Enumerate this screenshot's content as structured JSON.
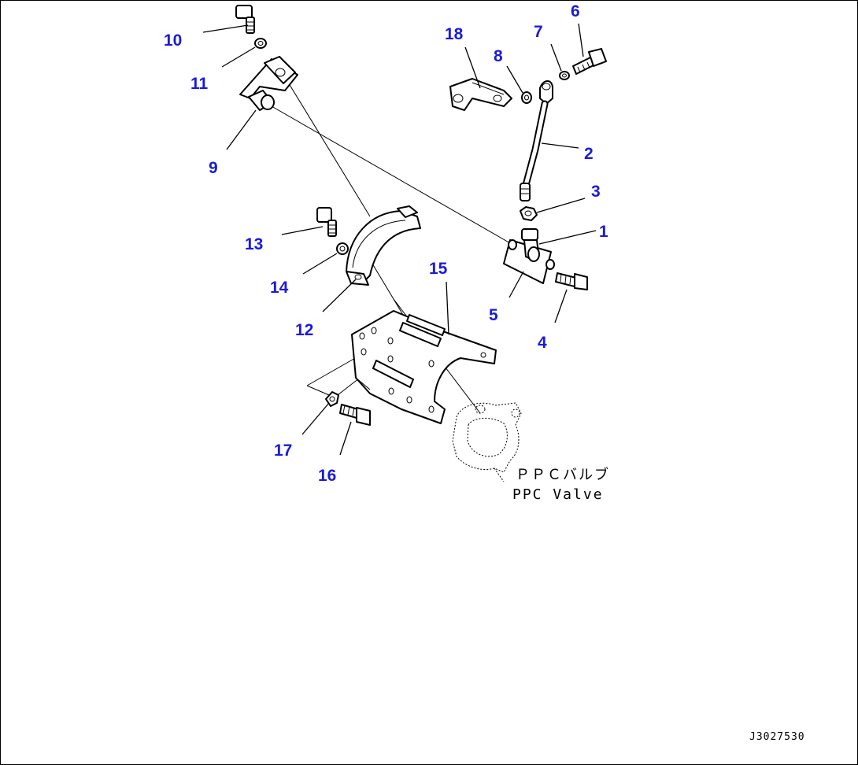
{
  "callouts": {
    "c1": "1",
    "c2": "2",
    "c3": "3",
    "c4": "4",
    "c5": "5",
    "c6": "6",
    "c7": "7",
    "c8": "8",
    "c9": "9",
    "c10": "10",
    "c11": "11",
    "c12": "12",
    "c13": "13",
    "c14": "14",
    "c15": "15",
    "c16": "16",
    "c17": "17",
    "c18": "18"
  },
  "notes": {
    "ppc_jp": "ＰＰＣバルブ",
    "ppc_en": "PPC Valve"
  },
  "drawing_code": "J3027530",
  "colors": {
    "callout": "#1a1adc",
    "line": "#000000",
    "background": "#ffffff"
  }
}
